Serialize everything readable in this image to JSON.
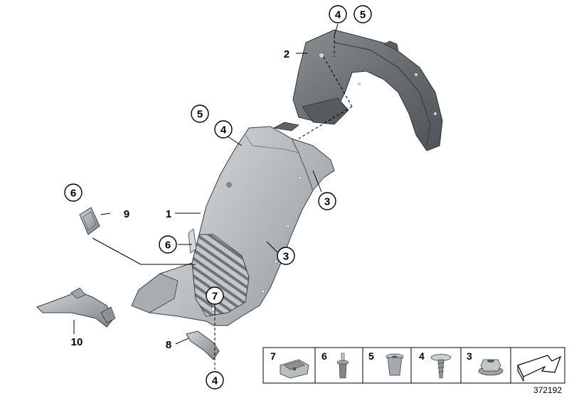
{
  "diagram_id": "372192",
  "callouts": {
    "top_4": "4",
    "top_5": "5",
    "mid_5": "5",
    "mid_4": "4",
    "left_6": "6",
    "mid_6": "6",
    "right_3_upper": "3",
    "right_3_lower": "3",
    "mid_7": "7",
    "bottom_4": "4"
  },
  "labels": {
    "part_2": "2",
    "part_1": "1",
    "part_9": "9",
    "part_10": "10",
    "part_8": "8"
  },
  "legend": [
    {
      "number": "7",
      "icon": "speed-nut-clip-icon"
    },
    {
      "number": "6",
      "icon": "rivet-pin-icon"
    },
    {
      "number": "5",
      "icon": "expanding-nut-icon"
    },
    {
      "number": "4",
      "icon": "tapping-screw-icon"
    },
    {
      "number": "3",
      "icon": "flange-nut-icon"
    },
    {
      "number": "",
      "icon": "direction-arrow-icon"
    }
  ],
  "colors": {
    "liner_dark": "#6f7478",
    "liner_mid": "#9aa0a4",
    "liner_light": "#c9ced1",
    "outline": "#000000",
    "legend_border": "#000000"
  }
}
